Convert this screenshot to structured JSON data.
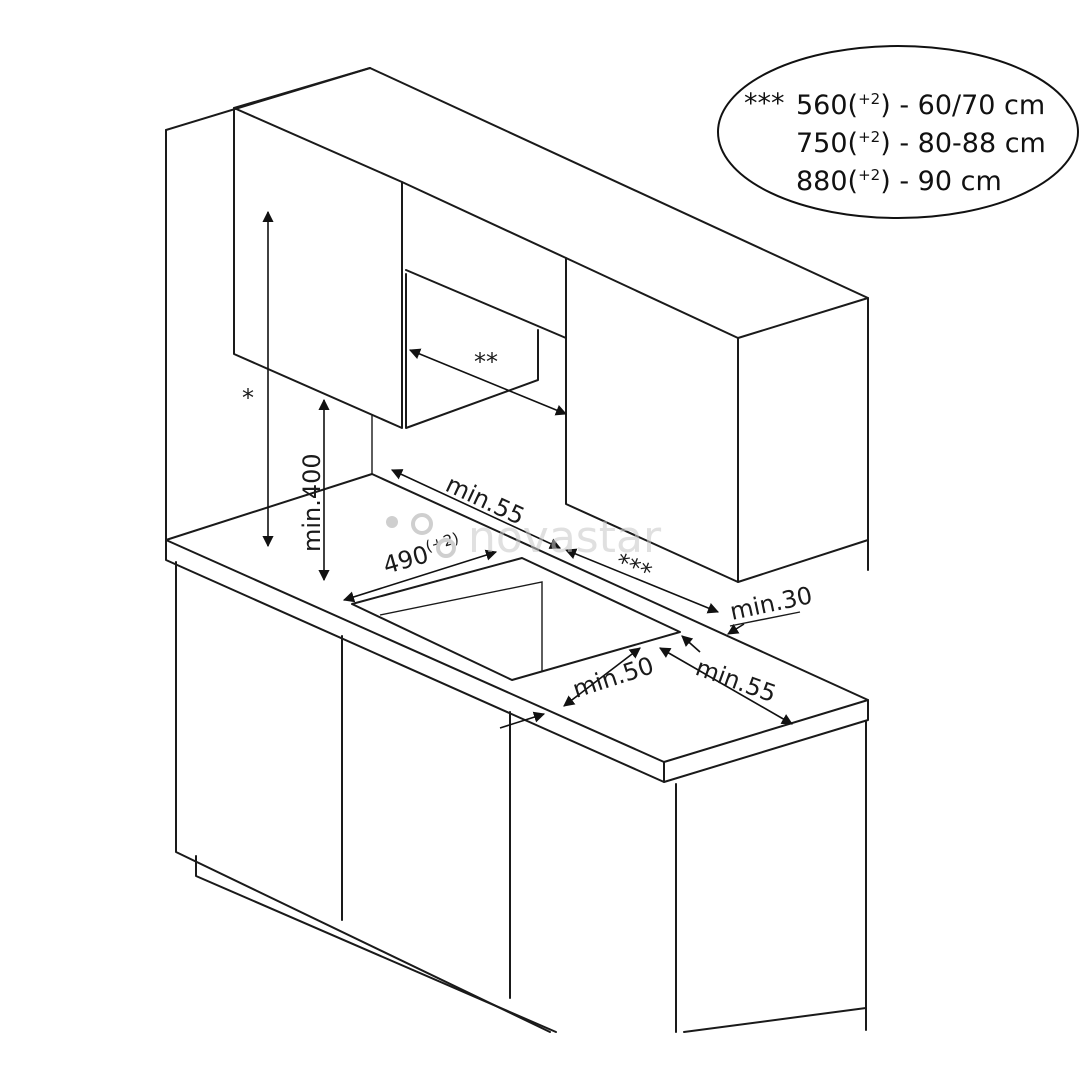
{
  "legend": {
    "stars": "***",
    "rows": [
      {
        "value": "560",
        "tolerance": "+2",
        "range": "- 60/70 cm"
      },
      {
        "value": "750",
        "tolerance": "+2",
        "range": "- 80-88 cm"
      },
      {
        "value": "880",
        "tolerance": "+2",
        "range": "- 90 cm"
      }
    ]
  },
  "labels": {
    "single_star": "*",
    "double_star": "**",
    "triple_star": "***",
    "min400": "min.400",
    "min55_top": "min.55",
    "cutout_width": "490",
    "cutout_width_tol": "(+2)",
    "min30": "min.30",
    "min50": "min.50",
    "min55_side": "min.55"
  },
  "watermark": "novastar"
}
